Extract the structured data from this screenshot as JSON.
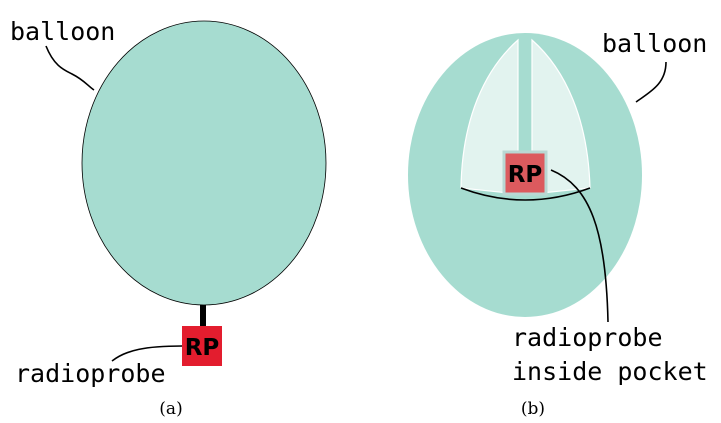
{
  "panel_a": {
    "balloon_label": "balloon",
    "probe_label": "radioprobe",
    "box_text": "RP",
    "caption": "(a)"
  },
  "panel_b": {
    "balloon_label": "balloon",
    "probe_label_line1": "radioprobe",
    "probe_label_line2": "inside pocket",
    "box_text": "RP",
    "caption": "(b)"
  },
  "colors": {
    "balloon_fill": "#a6dcd0",
    "pocket_fill": "#e2f3ef",
    "probe_red": "#e31d2e",
    "probe_pink": "#dc5a5e",
    "ink": "#000000"
  }
}
